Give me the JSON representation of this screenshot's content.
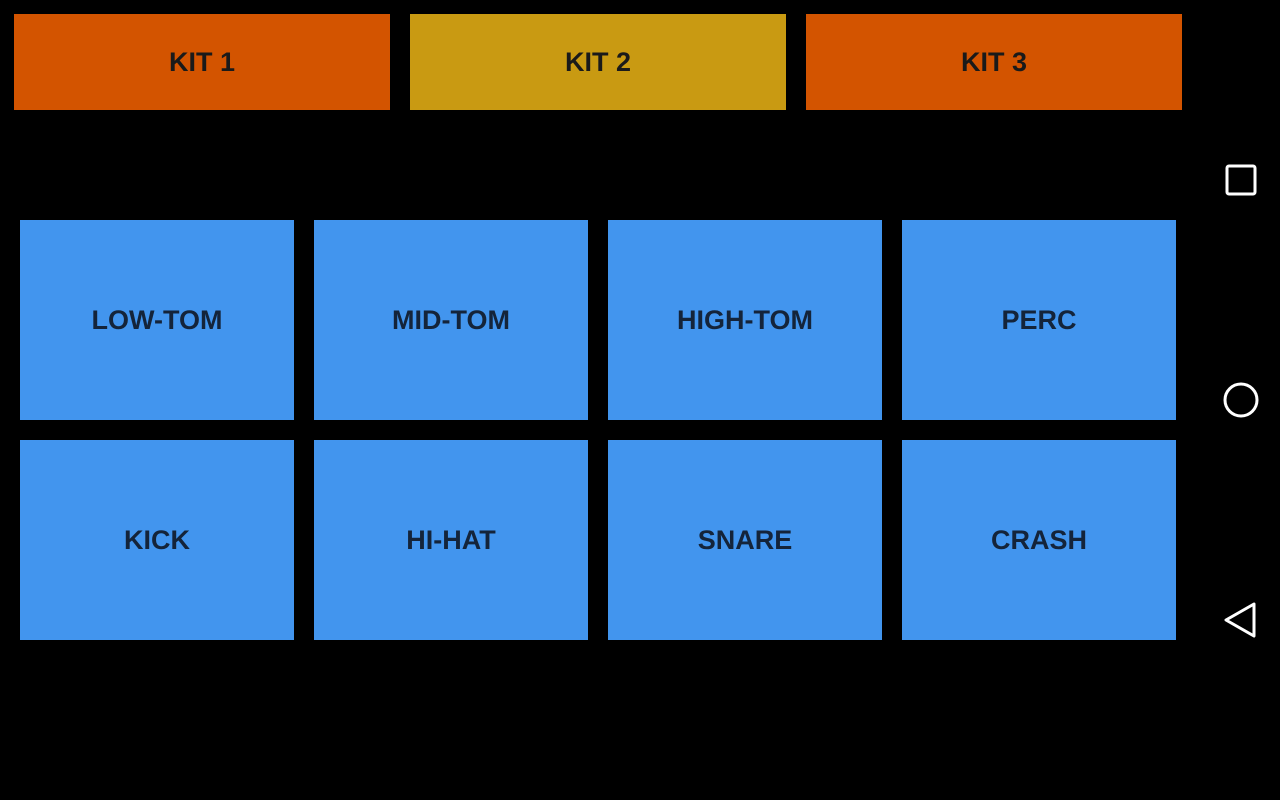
{
  "kits": [
    {
      "label": "KIT 1",
      "color": "#d35400",
      "active": false
    },
    {
      "label": "KIT 2",
      "color": "#c99a12",
      "active": true
    },
    {
      "label": "KIT 3",
      "color": "#d35400",
      "active": false
    }
  ],
  "pads": [
    {
      "label": "LOW-TOM"
    },
    {
      "label": "MID-TOM"
    },
    {
      "label": "HIGH-TOM"
    },
    {
      "label": "PERC"
    },
    {
      "label": "KICK"
    },
    {
      "label": "HI-HAT"
    },
    {
      "label": "SNARE"
    },
    {
      "label": "CRASH"
    }
  ],
  "colors": {
    "pad": "#4295ee",
    "background": "#000000",
    "nav_icon": "#ffffff"
  },
  "nav": {
    "icons": [
      "recents-icon",
      "home-icon",
      "back-icon"
    ]
  }
}
